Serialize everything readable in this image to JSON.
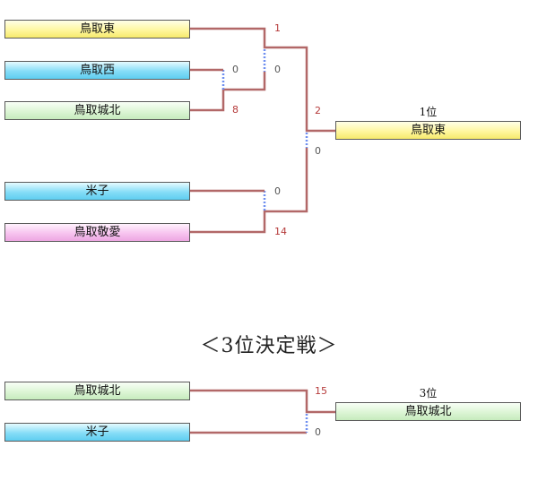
{
  "bracket": {
    "teams": [
      {
        "name": "鳥取東",
        "color": "yellow"
      },
      {
        "name": "鳥取西",
        "color": "blue"
      },
      {
        "name": "鳥取城北",
        "color": "green"
      },
      {
        "name": "米子",
        "color": "blue"
      },
      {
        "name": "鳥取敬愛",
        "color": "pink"
      }
    ],
    "scores": {
      "r1_top": "1",
      "r1_mid_a": "0",
      "r1_mid_b": "0",
      "r1_mid_c": "8",
      "r1_bot_a": "0",
      "r1_bot_b": "14",
      "final_top": "2",
      "final_bot": "0"
    },
    "winner": {
      "rank": "1位",
      "name": "鳥取東"
    }
  },
  "third_place": {
    "title": "＜3位決定戦＞",
    "teams": [
      {
        "name": "鳥取城北",
        "color": "green"
      },
      {
        "name": "米子",
        "color": "blue"
      }
    ],
    "scores": {
      "top": "15",
      "bottom": "0"
    },
    "winner": {
      "rank": "3位",
      "name": "鳥取城北"
    }
  },
  "colors": {
    "win_line": "#b26868",
    "lose_line": "#6f8ff0",
    "win_score": "#b53a3a",
    "lose_score": "#555555"
  }
}
